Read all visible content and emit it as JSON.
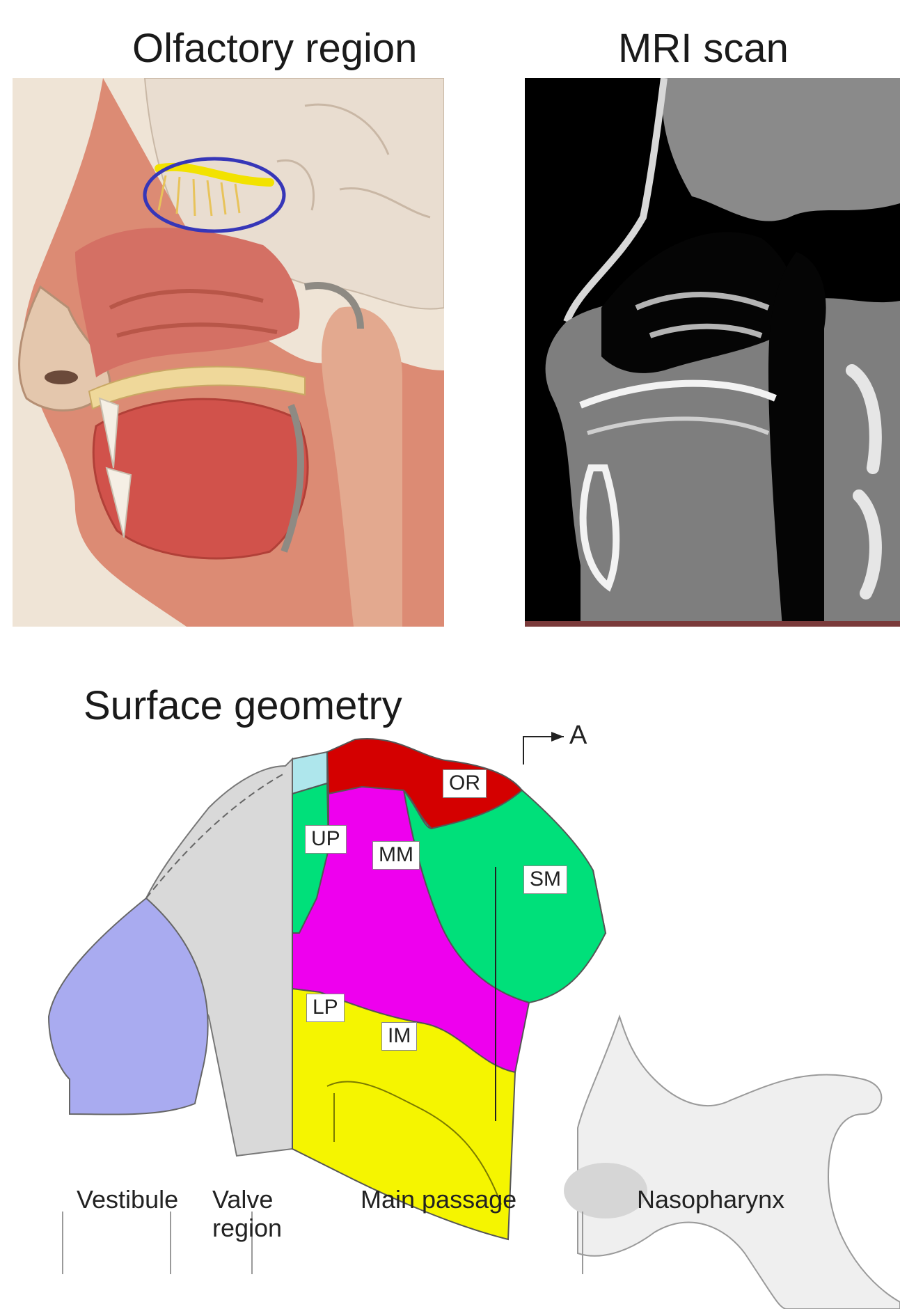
{
  "titles": {
    "olfactory": "Olfactory region",
    "mri": "MRI scan",
    "surface": "Surface geometry"
  },
  "surface": {
    "section_marker": "A",
    "regions": {
      "or": "OR",
      "up": "UP",
      "mm": "MM",
      "sm": "SM",
      "lp": "LP",
      "im": "IM"
    },
    "sections": {
      "vestibule": "Vestibule",
      "valve_line1": "Valve",
      "valve_line2": "region",
      "main": "Main passage",
      "nasopharynx": "Nasopharynx"
    }
  },
  "colors": {
    "or": "#d40000",
    "up_sm": "#00e07a",
    "mm": "#ee00ee",
    "lp_im": "#f5f500",
    "vestibule": "#a9abf0",
    "valve": "#d9d9d9",
    "ethmoid": "#aee6ec",
    "olfactory_ring": "#3636b8",
    "olfactory_nerve": "#f2e200"
  }
}
